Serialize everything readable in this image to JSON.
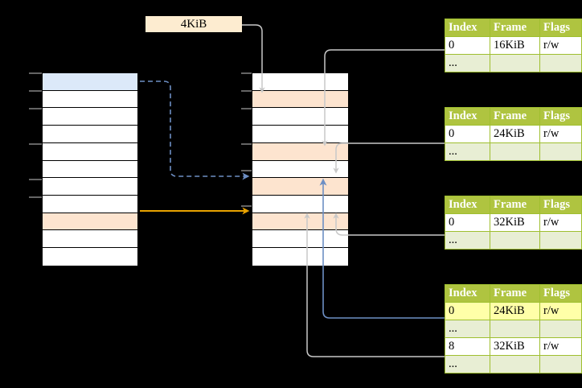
{
  "diagram": {
    "title": "page table walk diagram",
    "background_color": "#000000",
    "size_label": {
      "text": "4KiB",
      "bg": "#fdecd0"
    },
    "colors": {
      "header_green": "#afc440",
      "ellipsis_row": "#e8eed4",
      "highlight_yellow": "#ffffa8",
      "peach_row": "#fde4cf",
      "blue_row": "#dce9f9",
      "blue_arrow": "#6d8fc4",
      "orange_arrow": "#e8a200",
      "gray_arrow": "#cccccc"
    }
  },
  "left_column": {
    "name": "virtual-address-space",
    "row_count": 11,
    "rows": [
      {
        "index": 0,
        "fill": "blue",
        "label": ""
      },
      {
        "index": 1,
        "fill": "white",
        "label": ""
      },
      {
        "index": 2,
        "fill": "white",
        "label": ""
      },
      {
        "index": 3,
        "fill": "white",
        "label": ""
      },
      {
        "index": 4,
        "fill": "white",
        "label": ""
      },
      {
        "index": 5,
        "fill": "white",
        "label": ""
      },
      {
        "index": 6,
        "fill": "white",
        "label": ""
      },
      {
        "index": 7,
        "fill": "white",
        "label": ""
      },
      {
        "index": 8,
        "fill": "peach",
        "label": ""
      },
      {
        "index": 9,
        "fill": "white",
        "label": ""
      },
      {
        "index": 10,
        "fill": "white",
        "label": ""
      }
    ]
  },
  "middle_column": {
    "name": "physical-memory",
    "row_count": 11,
    "rows": [
      {
        "index": 0,
        "fill": "white",
        "label": ""
      },
      {
        "index": 1,
        "fill": "peach",
        "label": ""
      },
      {
        "index": 2,
        "fill": "white",
        "label": ""
      },
      {
        "index": 3,
        "fill": "white",
        "label": ""
      },
      {
        "index": 4,
        "fill": "peach",
        "label": ""
      },
      {
        "index": 5,
        "fill": "white",
        "label": ""
      },
      {
        "index": 6,
        "fill": "peach",
        "label": ""
      },
      {
        "index": 7,
        "fill": "white",
        "label": ""
      },
      {
        "index": 8,
        "fill": "peach",
        "label": ""
      },
      {
        "index": 9,
        "fill": "white",
        "label": ""
      },
      {
        "index": 10,
        "fill": "white",
        "label": ""
      }
    ]
  },
  "page_tables": [
    {
      "name": "page-table-1",
      "headers": [
        "Index",
        "Frame",
        "Flags"
      ],
      "rows": [
        {
          "type": "data",
          "highlight": false,
          "cells": [
            "0",
            "16KiB",
            "r/w"
          ]
        },
        {
          "type": "ellipsis",
          "highlight": false,
          "cells": [
            "...",
            "",
            ""
          ]
        }
      ]
    },
    {
      "name": "page-table-2",
      "headers": [
        "Index",
        "Frame",
        "Flags"
      ],
      "rows": [
        {
          "type": "data",
          "highlight": false,
          "cells": [
            "0",
            "24KiB",
            "r/w"
          ]
        },
        {
          "type": "ellipsis",
          "highlight": false,
          "cells": [
            "...",
            "",
            ""
          ]
        }
      ]
    },
    {
      "name": "page-table-3",
      "headers": [
        "Index",
        "Frame",
        "Flags"
      ],
      "rows": [
        {
          "type": "data",
          "highlight": false,
          "cells": [
            "0",
            "32KiB",
            "r/w"
          ]
        },
        {
          "type": "ellipsis",
          "highlight": false,
          "cells": [
            "...",
            "",
            ""
          ]
        }
      ]
    },
    {
      "name": "page-table-4",
      "headers": [
        "Index",
        "Frame",
        "Flags"
      ],
      "rows": [
        {
          "type": "data",
          "highlight": true,
          "cells": [
            "0",
            "24KiB",
            "r/w"
          ]
        },
        {
          "type": "ellipsis",
          "highlight": false,
          "cells": [
            "...",
            "",
            ""
          ]
        },
        {
          "type": "data",
          "highlight": false,
          "cells": [
            "8",
            "32KiB",
            "r/w"
          ]
        },
        {
          "type": "ellipsis",
          "highlight": false,
          "cells": [
            "...",
            "",
            ""
          ]
        }
      ]
    }
  ]
}
